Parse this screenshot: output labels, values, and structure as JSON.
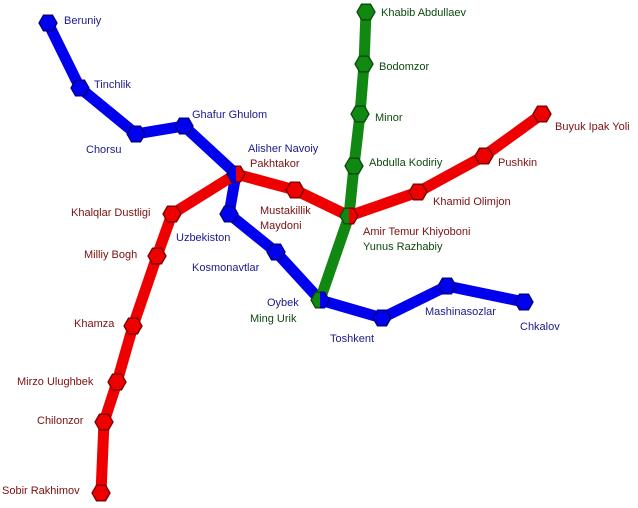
{
  "colors": {
    "blue_line": "#0000ee",
    "red_line": "#ee0000",
    "green_line": "#118811",
    "blue_label": "#1a1a8c",
    "red_label": "#7a1010",
    "green_label": "#0d4a0d",
    "background": "#ffffff"
  },
  "labels": {
    "beruniy": "Beruniy",
    "tinchlik": "Tinchlik",
    "chorsu": "Chorsu",
    "ghafur_ghulom": "Ghafur Ghulom",
    "alisher_navoiy": "Alisher Navoiy",
    "pakhtakor": "Pakhtakor",
    "khalqlar_dustligi": "Khalqlar Dustligi",
    "uzbekiston": "Uzbekiston",
    "milliy_bogh": "Milliy Bogh",
    "khamza": "Khamza",
    "mirzo_ulughbek": "Mirzo Ulughbek",
    "chilonzor": "Chilonzor",
    "sobir_rakhimov": "Sobir Rakhimov",
    "khabib_abdullaev": "Khabib Abdullaev",
    "bodomzor": "Bodomzor",
    "minor": "Minor",
    "abdulla_kodiriy": "Abdulla Kodiriy",
    "mustakillik_1": "Mustakillik",
    "mustakillik_2": "Maydoni",
    "amir_temur_1": "Amir Temur Khiyoboni",
    "amir_temur_2": "Yunus Razhabiy",
    "kosmonavtlar": "Kosmonavtlar",
    "oybek": "Oybek",
    "ming_urik": "Ming Urik",
    "toshkent": "Toshkent",
    "mashinasozlar": "Mashinasozlar",
    "chkalov": "Chkalov",
    "buyuk_ipak_yoli": "Buyuk Ipak Yoli",
    "pushkin": "Pushkin",
    "khamid_olimjon": "Khamid Olimjon"
  }
}
